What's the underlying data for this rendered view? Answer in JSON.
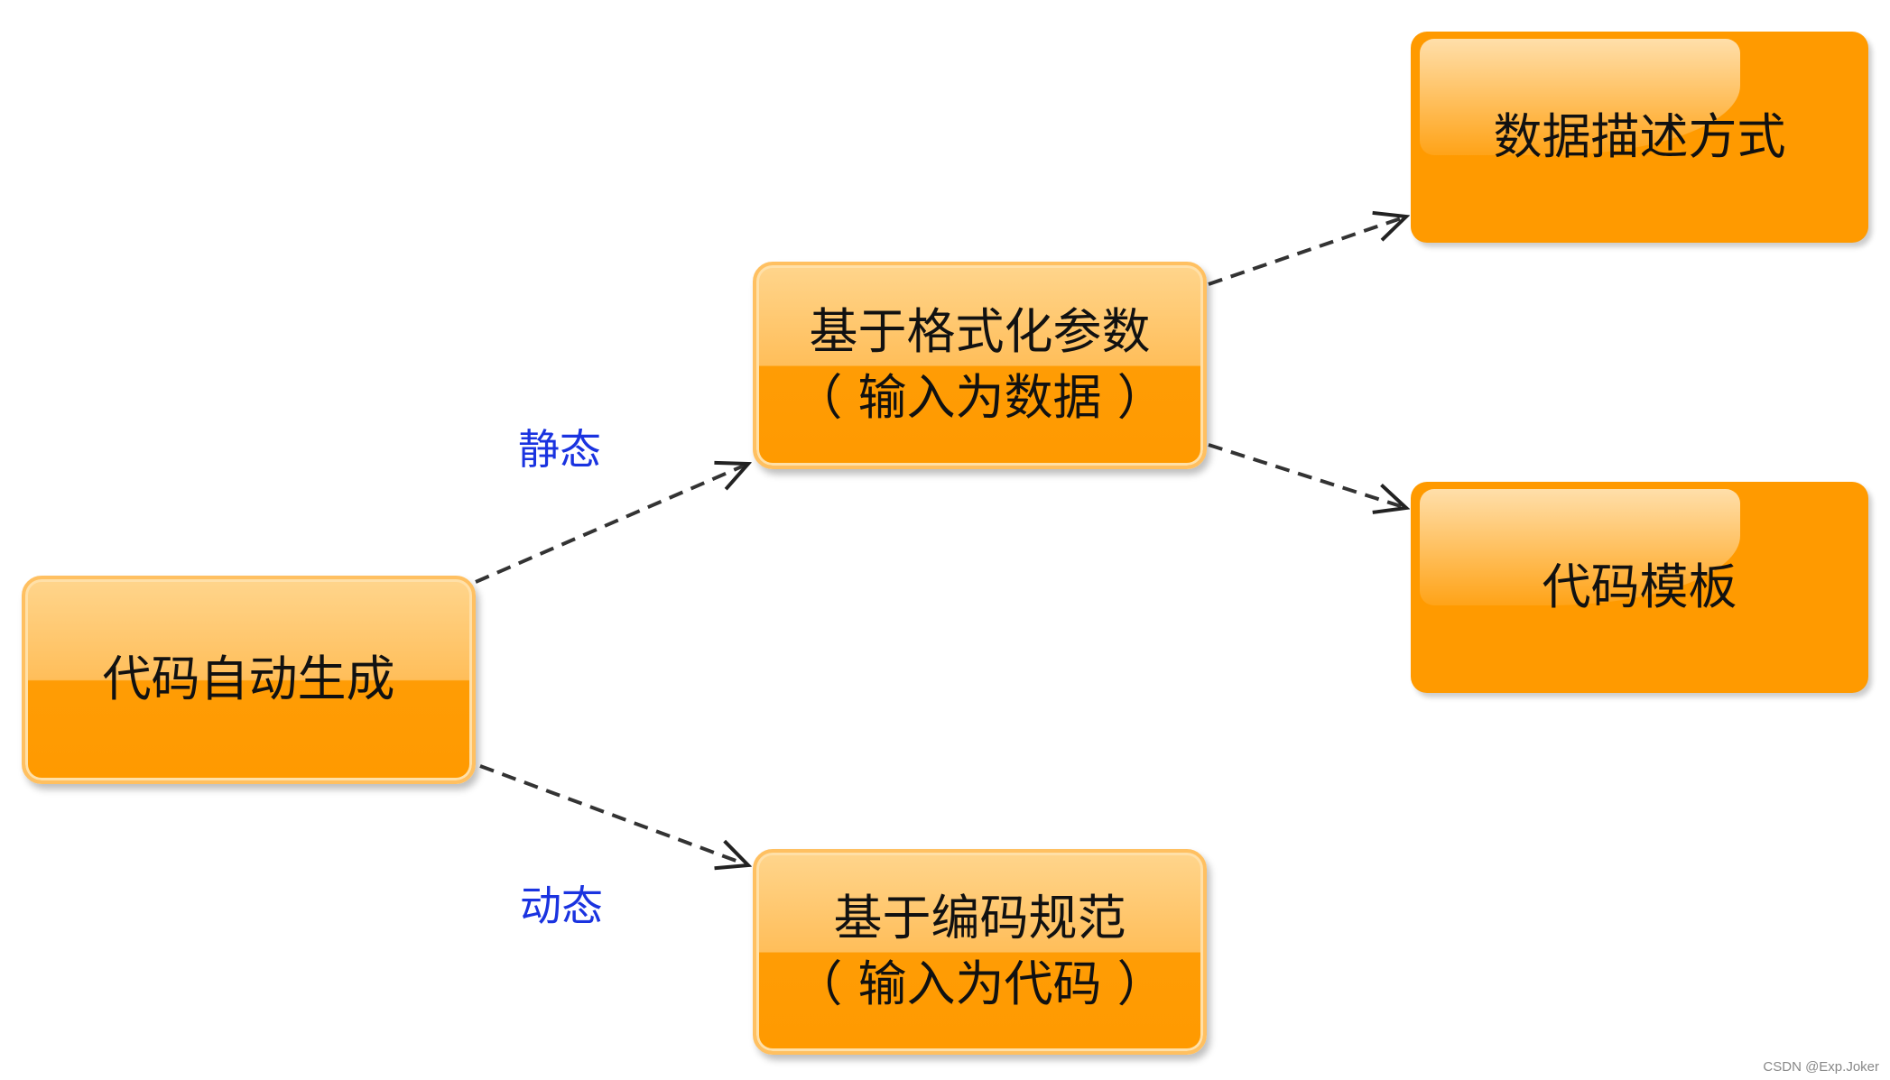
{
  "nodes": {
    "root": {
      "label": "代码自动生成"
    },
    "static_node": {
      "line1": "基于格式化参数",
      "line2": "（ 输入为数据 ）"
    },
    "dynamic_node": {
      "line1": "基于编码规范",
      "line2": "（ 输入为代码 ）"
    },
    "data_desc": {
      "label": "数据描述方式"
    },
    "code_template": {
      "label": "代码模板"
    }
  },
  "edge_labels": {
    "static": "静态",
    "dynamic": "动态"
  },
  "watermark": "CSDN @Exp.Joker",
  "colors": {
    "box": "#ff9a00",
    "label": "#1a33e0"
  }
}
